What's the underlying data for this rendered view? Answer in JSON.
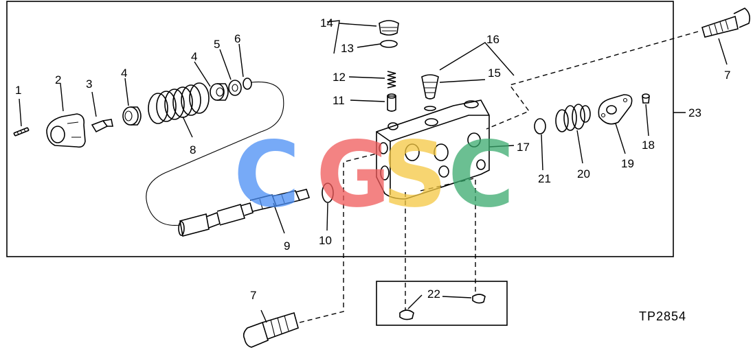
{
  "figure_code": "TP2854",
  "watermark": {
    "letters": [
      "C",
      "G",
      "S",
      "C"
    ],
    "colors": [
      "#4a8ef5",
      "#f05a5a",
      "#f5c842",
      "#3aaa6e"
    ]
  },
  "callouts": [
    "1",
    "2",
    "3",
    "4",
    "4",
    "5",
    "6",
    "7",
    "7",
    "8",
    "9",
    "10",
    "11",
    "12",
    "13",
    "14",
    "15",
    "16",
    "17",
    "18",
    "19",
    "20",
    "21",
    "22",
    "23"
  ]
}
